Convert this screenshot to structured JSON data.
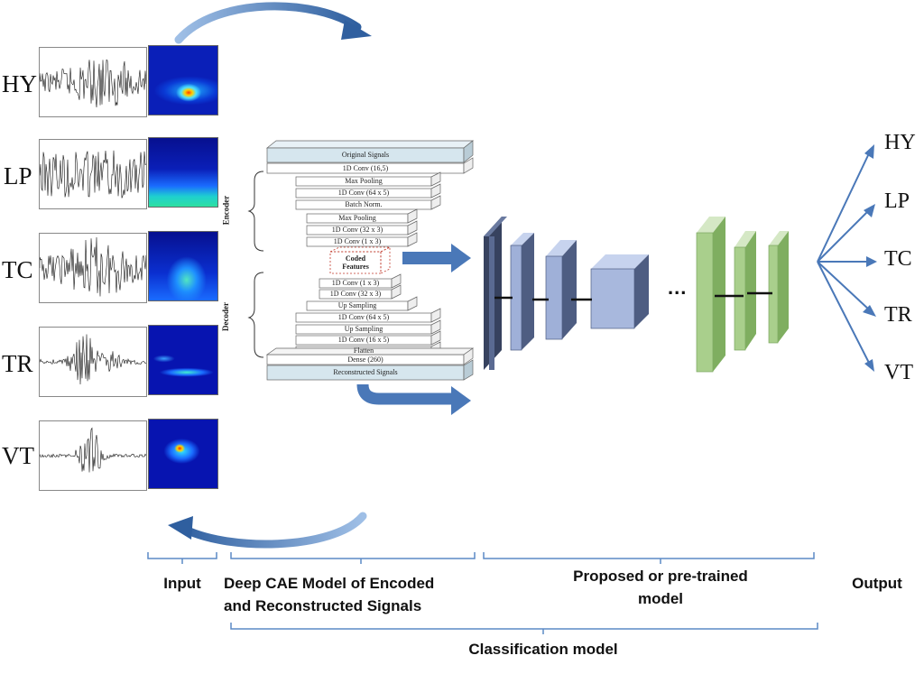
{
  "input": {
    "signals": [
      {
        "label": "HY"
      },
      {
        "label": "LP"
      },
      {
        "label": "TC"
      },
      {
        "label": "TR"
      },
      {
        "label": "VT"
      }
    ]
  },
  "cae": {
    "encoder_label": "Encoder",
    "decoder_label": "Decoder",
    "top_layer": "Original Signals",
    "encoder_layers": [
      "1D Conv (16,5)",
      "Max Pooling",
      "1D Conv (64 x 5)",
      "Batch Norm.",
      "Max Pooling",
      "1D Conv (32 x 3)",
      "1D Conv (1 x 3)"
    ],
    "coded_line1": "Coded",
    "coded_line2": "Features",
    "decoder_layers": [
      "1D Conv (1 x 3)",
      "1D Conv (32 x 3)",
      "Up Sampling",
      "1D Conv (64 x 5)",
      "Up Sampling",
      "1D Conv (16 x 5)",
      "Flatten",
      "Dense (260)"
    ],
    "bottom_layer": "Reconstructed Signals"
  },
  "classifier": {
    "ellipsis": "..."
  },
  "output": {
    "classes": [
      "HY",
      "LP",
      "TC",
      "TR",
      "VT"
    ]
  },
  "stages": {
    "input": "Input",
    "cae_line1": "Deep CAE Model of Encoded",
    "cae_line2": "and Reconstructed Signals",
    "model_line1": "Proposed or pre-trained",
    "model_line2": "model",
    "output": "Output",
    "classification": "Classification model"
  },
  "colors": {
    "arrow_blue": "#3f6fb0",
    "conv_dark": "#4e5d82",
    "conv_light": "#9fb0d8",
    "dense_green": "#a9cf8c",
    "layer_box": "#dce8ef"
  }
}
